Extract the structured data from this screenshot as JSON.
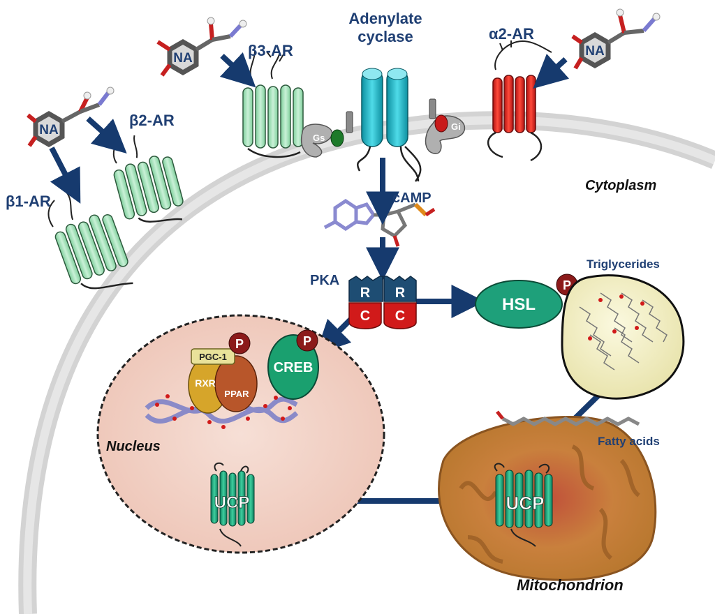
{
  "labels": {
    "beta1": "β1-AR",
    "beta2": "β2-AR",
    "beta3": "β3-AR",
    "alpha2": "α2-AR",
    "adenylate_line1": "Adenylate",
    "adenylate_line2": "cyclase",
    "camp": "cAMP",
    "pka": "PKA",
    "pka_r": "R",
    "pka_c": "C",
    "hsl": "HSL",
    "triglycerides": "Triglycerides",
    "creb": "CREB",
    "pgc1": "PGC-1",
    "rxr": "RXR",
    "ppar": "PPAR",
    "phospho": "P",
    "nucleus": "Nucleus",
    "cytoplasm": "Cytoplasm",
    "fatty_acids": "Fatty acids",
    "ucp": "UCP",
    "mitochondrion": "Mitochondrion",
    "gs": "Gs",
    "gi": "Gi",
    "na": "NA"
  },
  "colors": {
    "label": "#1f3f73",
    "arrow": "#163a6e",
    "beta_receptor": "#a9e4be",
    "alpha_receptor": "#e02020",
    "cyclase": "#19b8c9",
    "hsl": "#1ea07a",
    "creb": "#1aa06f",
    "phospho": "#8b1a1a",
    "nucleus": "#f2d3c7",
    "triglyceride_droplet": "#f3f0c3",
    "mitochondrion": "#c98a3a",
    "ucp": "#18a07a"
  }
}
